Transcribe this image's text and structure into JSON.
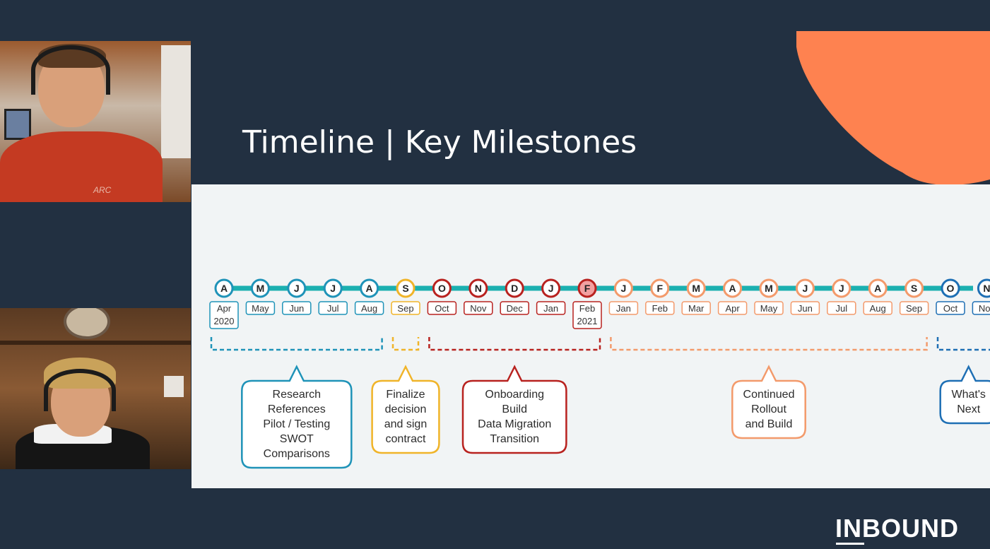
{
  "slide": {
    "title": "Timeline | Key Milestones"
  },
  "colors": {
    "background": "#223041",
    "slide_body": "#f1f4f5",
    "orange_accent": "#fe8250",
    "timeline_line": "#1bb0b0",
    "blue": "#1f93b8",
    "yellow": "#f0b429",
    "red": "#b8221f",
    "salmon": "#f39a6b",
    "dark_blue": "#1e6fb4"
  },
  "timeline": {
    "months": [
      {
        "letter": "A",
        "label": "Apr",
        "sub": "2020",
        "group": "blue"
      },
      {
        "letter": "M",
        "label": "May",
        "group": "blue"
      },
      {
        "letter": "J",
        "label": "Jun",
        "group": "blue"
      },
      {
        "letter": "J",
        "label": "Jul",
        "group": "blue"
      },
      {
        "letter": "A",
        "label": "Aug",
        "group": "blue"
      },
      {
        "letter": "S",
        "label": "Sep",
        "group": "yellow"
      },
      {
        "letter": "O",
        "label": "Oct",
        "group": "red"
      },
      {
        "letter": "N",
        "label": "Nov",
        "group": "red"
      },
      {
        "letter": "D",
        "label": "Dec",
        "group": "red"
      },
      {
        "letter": "J",
        "label": "Jan",
        "group": "red"
      },
      {
        "letter": "F",
        "label": "Feb",
        "sub": "2021",
        "group": "red",
        "filled": true
      },
      {
        "letter": "J",
        "label": "Jan",
        "group": "salmon"
      },
      {
        "letter": "F",
        "label": "Feb",
        "group": "salmon"
      },
      {
        "letter": "M",
        "label": "Mar",
        "group": "salmon"
      },
      {
        "letter": "A",
        "label": "Apr",
        "group": "salmon"
      },
      {
        "letter": "M",
        "label": "May",
        "group": "salmon"
      },
      {
        "letter": "J",
        "label": "Jun",
        "group": "salmon"
      },
      {
        "letter": "J",
        "label": "Jul",
        "group": "salmon"
      },
      {
        "letter": "A",
        "label": "Aug",
        "group": "salmon"
      },
      {
        "letter": "S",
        "label": "Sep",
        "group": "salmon"
      },
      {
        "letter": "O",
        "label": "Oct",
        "group": "dark_blue"
      },
      {
        "letter": "N",
        "label": "Nov",
        "group": "dark_blue"
      }
    ],
    "phases": [
      {
        "group": "blue",
        "from": 0,
        "to": 4,
        "lines": [
          "Research",
          "References",
          "Pilot / Testing",
          "SWOT",
          "Comparisons"
        ]
      },
      {
        "group": "yellow",
        "from": 5,
        "to": 5,
        "lines": [
          "Finalize",
          "decision",
          "and sign",
          "contract"
        ]
      },
      {
        "group": "red",
        "from": 6,
        "to": 10,
        "lines": [
          "Onboarding",
          "Build",
          "Data Migration",
          "Transition"
        ]
      },
      {
        "group": "salmon",
        "from": 11,
        "to": 19,
        "lines": [
          "Continued",
          "Rollout",
          "and Build"
        ]
      },
      {
        "group": "dark_blue",
        "from": 20,
        "to": 21,
        "lines": [
          "What's",
          "Next"
        ]
      }
    ]
  },
  "participants": [
    {
      "tile": "presenter-1",
      "shirt_logo": "ARC"
    },
    {
      "tile": "presenter-2"
    }
  ],
  "branding": {
    "logo": "INBOUND"
  }
}
